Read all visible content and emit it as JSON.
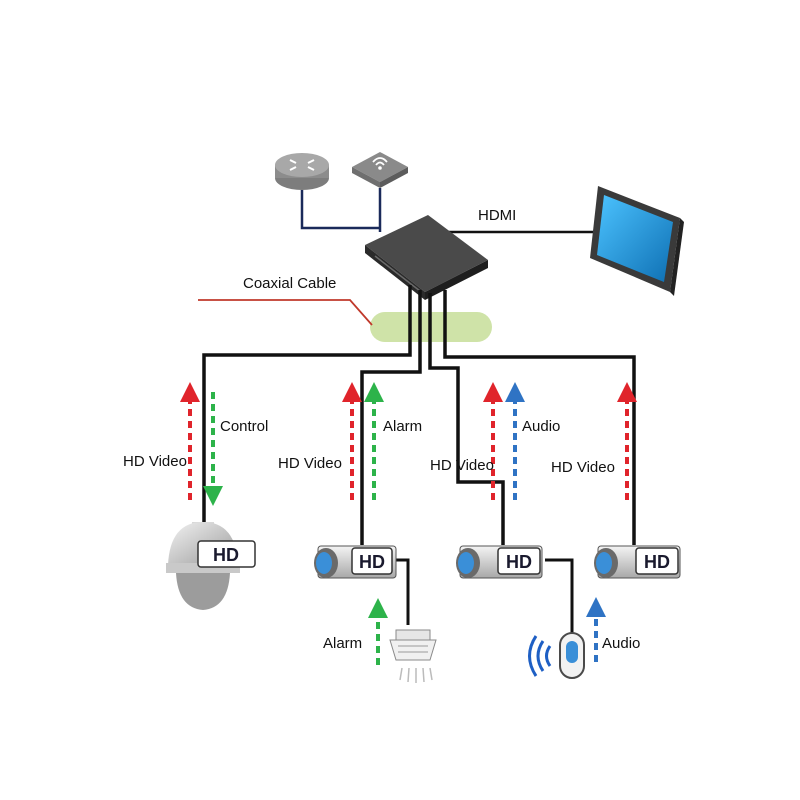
{
  "labels": {
    "hdmi": "HDMI",
    "coaxial_cable": "Coaxial Cable",
    "control": "Control",
    "hd_video_1": "HD Video",
    "hd_video_2": "HD Video",
    "hd_video_3": "HD Video",
    "hd_video_4": "HD Video",
    "alarm_top": "Alarm",
    "audio_top": "Audio",
    "alarm_bottom": "Alarm",
    "audio_bottom": "Audio"
  },
  "device_badges": {
    "ptz": "HD",
    "cam1": "HD",
    "cam2": "HD",
    "cam3": "HD"
  },
  "colors": {
    "video": "#e0242b",
    "alarm_control": "#2db34a",
    "audio": "#2f73c4",
    "coax_highlight": "#cfe3a8",
    "coax_pointer": "#c0392b",
    "monitor_screen": "#1ea0e6",
    "cable": "#111111"
  },
  "icons": {
    "router": "router-icon",
    "wireless_ap": "wireless-ap-icon",
    "dvr": "dvr-box",
    "monitor": "monitor-icon",
    "ptz_camera": "ptz-dome-camera",
    "box_camera": "box-camera-icon",
    "smoke_detector": "smoke-detector-icon",
    "microphone": "audio-pickup-icon"
  }
}
